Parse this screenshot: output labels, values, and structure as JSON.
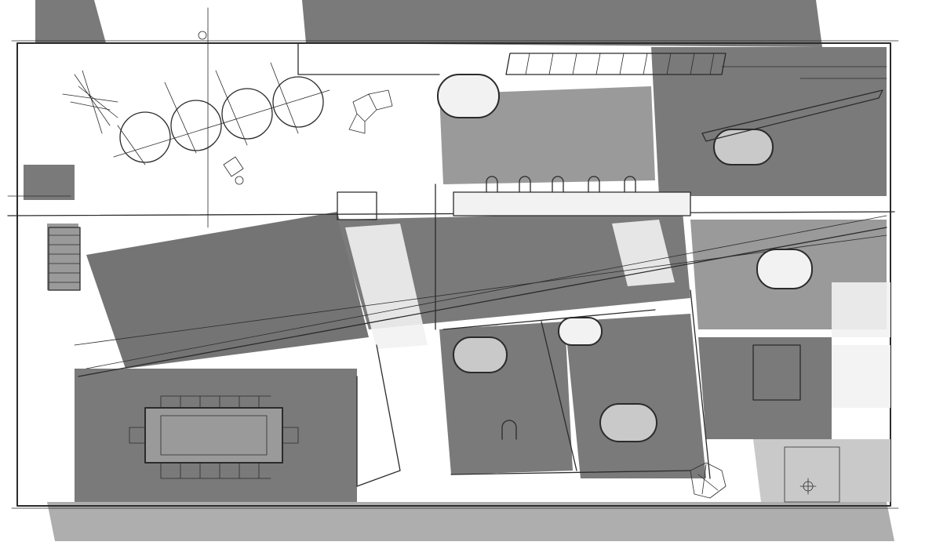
{
  "drawing": {
    "type": "architectural-plan-sketch",
    "style": "grayscale hand-drawn",
    "colors": {
      "paper": "#ffffff",
      "ink": "#2b2b2b",
      "dark_gray": "#5c5c5c",
      "mid_gray": "#7a7a7a",
      "light_gray": "#9a9a9a",
      "pale_gray": "#c9c9c9"
    },
    "elements": {
      "bathtubs": 6,
      "sink_basins": 5,
      "pendant_lights": 4,
      "skylight_rungs": 9,
      "dining_chairs_per_side": 6,
      "stair_treads": 6
    }
  }
}
